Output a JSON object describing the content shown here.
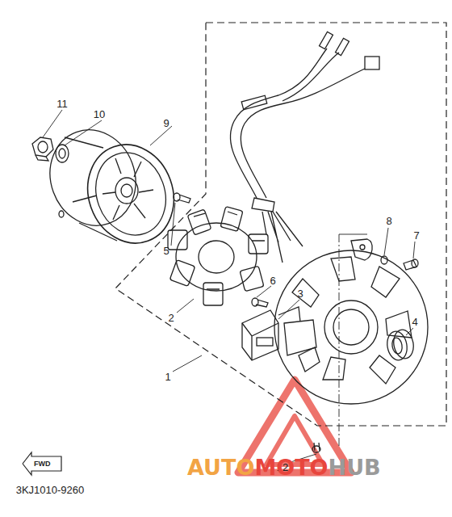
{
  "diagram": {
    "nodes": [
      {
        "text": [
          "FWD"
        ]
      }
    ],
    "labels": [
      "11",
      "10",
      "9",
      "8",
      "7",
      "5",
      "6",
      "3",
      "2",
      "4",
      "1",
      "12",
      "3KJ1010-9260",
      "AUTO",
      "MOTO",
      "HUB"
    ]
  }
}
